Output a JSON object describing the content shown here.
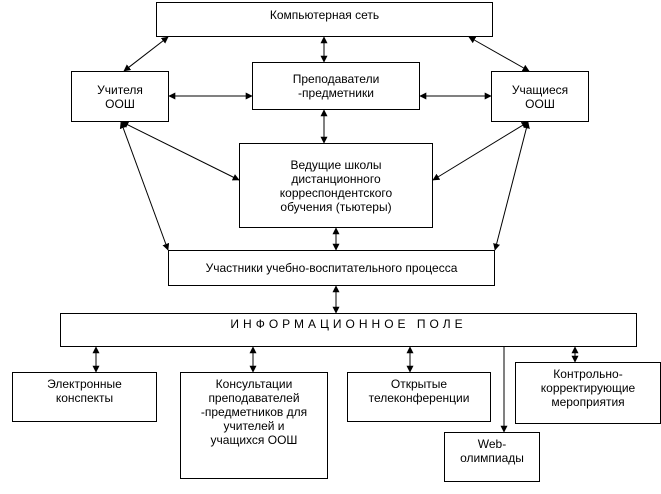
{
  "nodes": {
    "network": "Компьютерная  сеть",
    "teachers": "Учителя\nООШ",
    "subject_teachers": "Преподаватели\n-предметники",
    "students": "Учащиеся\nООШ",
    "tutors": "Ведущие школы\nдистанционного\nкорреспондентского\nобучения (тьютеры)",
    "participants": "Участники учебно-воспитательного процесса",
    "info_field": "ИНФОРМАЦИОННОЕ   ПОЛЕ",
    "e_notes": "Электронные\nконспекты",
    "consultations": "Консультации\nпреподавателей\n-предметников для\nучителей и\nучащихся ООШ",
    "teleconf": "Открытые\nтелеконференции",
    "web_olymp": "Web-\nолимпиады",
    "control": "Контрольно-\nкорректирующие\nмероприятия"
  }
}
